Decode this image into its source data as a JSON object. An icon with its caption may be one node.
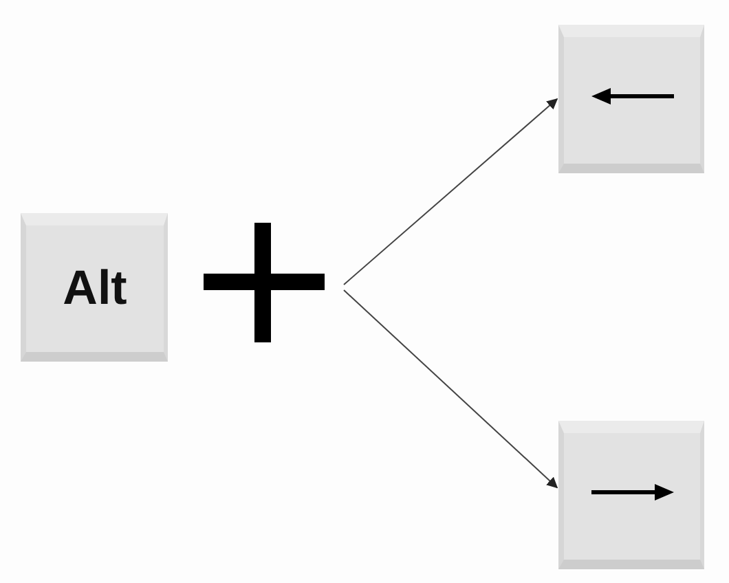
{
  "diagram": {
    "nodes": [
      {
        "text": [
          "Alt"
        ]
      },
      {
        "text": [],
        "shape": "box"
      },
      {
        "text": [],
        "shape": "box"
      }
    ],
    "edges": [
      {
        "from": null,
        "to": 1,
        "arrow": "to"
      },
      {
        "from": null,
        "to": 2,
        "arrow": "to"
      }
    ]
  }
}
